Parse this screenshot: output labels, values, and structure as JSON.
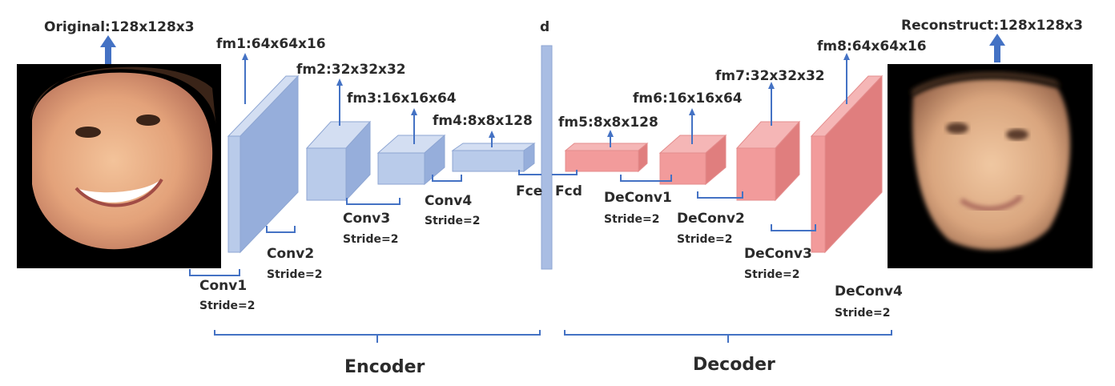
{
  "colors": {
    "encoder_front": "#b9cbea",
    "encoder_top": "#d3def2",
    "encoder_side": "#96aedb",
    "encoder_stroke": "#8ea6d3",
    "decoder_front": "#f29b9b",
    "decoder_top": "#f5b6b6",
    "decoder_side": "#e07e7e",
    "decoder_stroke": "#e48c8c",
    "connector": "#4472c4",
    "bar": "#a9bde3"
  },
  "input": {
    "label": "Original:128x128x3",
    "image_icon": "face-photo-original"
  },
  "output": {
    "label": "Reconstruct:128x128x3",
    "image_icon": "face-photo-reconstructed"
  },
  "feature_maps": {
    "fm1": "fm1:64x64x16",
    "fm2": "fm2:32x32x32",
    "fm3": "fm3:16x16x64",
    "fm4": "fm4:8x8x128",
    "fm5": "fm5:8x8x128",
    "fm6": "fm6:16x16x64",
    "fm7": "fm7:32x32x32",
    "fm8": "fm8:64x64x16"
  },
  "layers": {
    "conv1": "Conv1",
    "conv2": "Conv2",
    "conv3": "Conv3",
    "conv4": "Conv4",
    "deconv1": "DeConv1",
    "deconv2": "DeConv2",
    "deconv3": "DeConv3",
    "deconv4": "DeConv4",
    "stride": "Stride=2"
  },
  "fc": {
    "encoder": "Fce",
    "decoder": "Fcd"
  },
  "latent": "d",
  "sections": {
    "encoder": "Encoder",
    "decoder": "Decoder"
  }
}
